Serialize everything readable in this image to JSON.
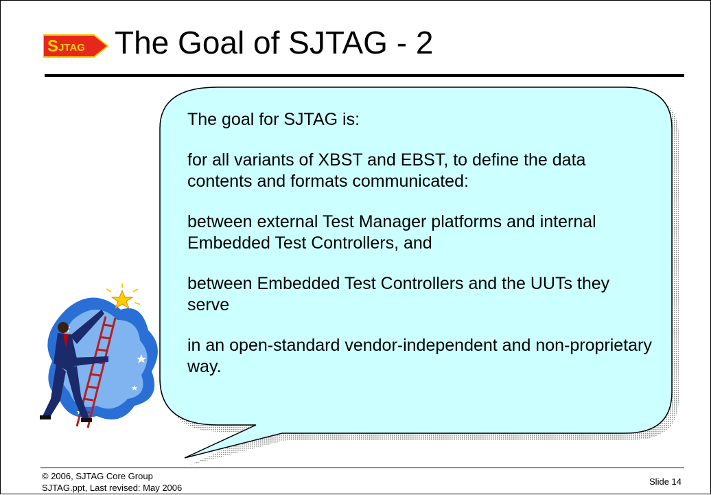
{
  "logo": {
    "text": "SJTAG",
    "color": "#e8271c"
  },
  "slide": {
    "title": "The Goal of SJTAG - 2"
  },
  "bubble": {
    "fill": "#ccffff",
    "paragraphs": [
      "The goal for SJTAG is:",
      "for all variants of XBST and EBST, to define the data contents and formats communicated:",
      "between external Test Manager platforms and internal Embedded Test Controllers, and",
      "between Embedded Test Controllers and the UUTs they serve",
      "in an open-standard vendor-independent and non-proprietary way."
    ]
  },
  "clipart": {
    "name": "businessman-climbing-ladder-to-star"
  },
  "footer": {
    "copyright": "© 2006, SJTAG Core Group",
    "file": "SJTAG.ppt, Last revised: May 2006",
    "slide_number": "Slide 14"
  }
}
